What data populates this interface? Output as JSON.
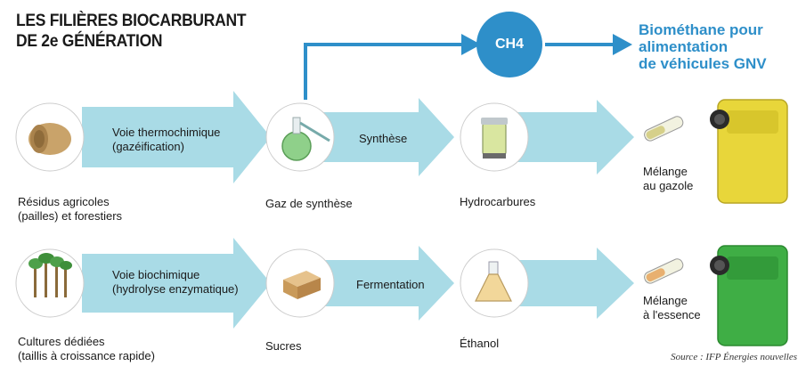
{
  "title": {
    "line1": "LES FILIÈRES BIOCARBURANT",
    "line2": "DE 2e GÉNÉRATION"
  },
  "ch4": {
    "label": "CH4"
  },
  "biomethane": {
    "line1": "Biométhane pour",
    "line2": "alimentation",
    "line3": "de véhicules GNV"
  },
  "row1": {
    "source": {
      "line1": "Résidus agricoles",
      "line2": "(pailles) et forestiers"
    },
    "step1": {
      "line1": "Voie thermochimique",
      "line2": "(gazéification)"
    },
    "intermediate": "Gaz de synthèse",
    "step2": "Synthèse",
    "product": "Hydrocarbures",
    "blend": {
      "line1": "Mélange",
      "line2": "au gazole"
    }
  },
  "row2": {
    "source": {
      "line1": "Cultures dédiées",
      "line2": "(taillis à croissance rapide)"
    },
    "step1": {
      "line1": "Voie biochimique",
      "line2": "(hydrolyse enzymatique)"
    },
    "intermediate": "Sucres",
    "step2": "Fermentation",
    "product": "Éthanol",
    "blend": {
      "line1": "Mélange",
      "line2": "à l'essence"
    }
  },
  "source_note": "Source : IFP Énergies nouvelles",
  "colors": {
    "arrow": "#a9dbe6",
    "connector": "#2e8fc9",
    "ch4_circle": "#2e8fc9",
    "jerrycan_yellow": "#e8d63a",
    "jerrycan_green": "#3fae45"
  },
  "icons": [
    "straw-bale-icon",
    "gas-flask-icon",
    "hydrocarbon-jar-icon",
    "test-tube-icon",
    "jerrycan-icon",
    "trees-icon",
    "sugar-block-icon",
    "ethanol-flask-icon"
  ]
}
